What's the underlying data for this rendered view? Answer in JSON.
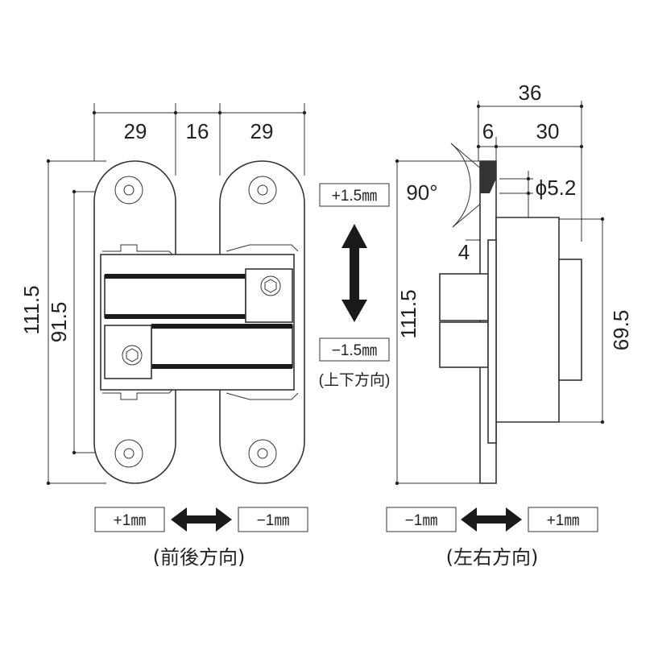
{
  "front_view": {
    "dims": {
      "left_width": "29",
      "gap_width": "16",
      "right_width": "29",
      "total_height": "111.5",
      "hole_pitch": "91.5"
    },
    "adjust_labels": {
      "plus": "+1㎜",
      "minus": "−1㎜"
    },
    "direction_caption": "(前後方向)"
  },
  "vertical_adjust": {
    "plus": "+1.5㎜",
    "minus": "−1.5㎜",
    "caption": "(上下方向)"
  },
  "side_view": {
    "dims": {
      "overall_depth": "36",
      "flange_depth": "6",
      "body_depth": "30",
      "countersink_angle": "90°",
      "hole_diameter": "ϕ5.2",
      "flange_offset": "4",
      "total_height": "111.5",
      "body_height": "69.5"
    },
    "adjust_labels": {
      "minus": "−1㎜",
      "plus": "+1㎜"
    },
    "direction_caption": "(左右方向)"
  },
  "colors": {
    "line": "#333333",
    "arrow": "#1a1a1a",
    "background": "#ffffff"
  }
}
